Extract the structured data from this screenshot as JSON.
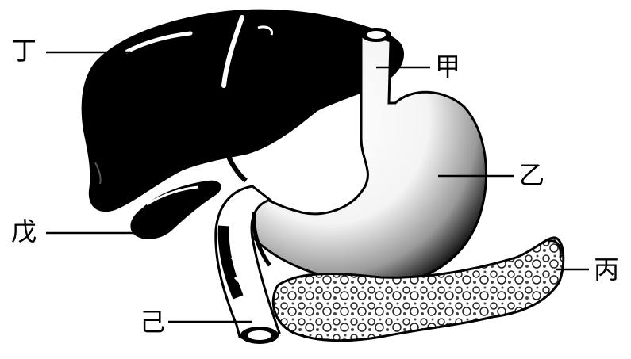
{
  "labels": {
    "liver": "丁",
    "esophagus": "甲",
    "stomach": "乙",
    "gallbladder": "戊",
    "pancreas": "丙",
    "duodenum": "己"
  },
  "colors": {
    "ink": "#000000",
    "paper": "#ffffff"
  }
}
